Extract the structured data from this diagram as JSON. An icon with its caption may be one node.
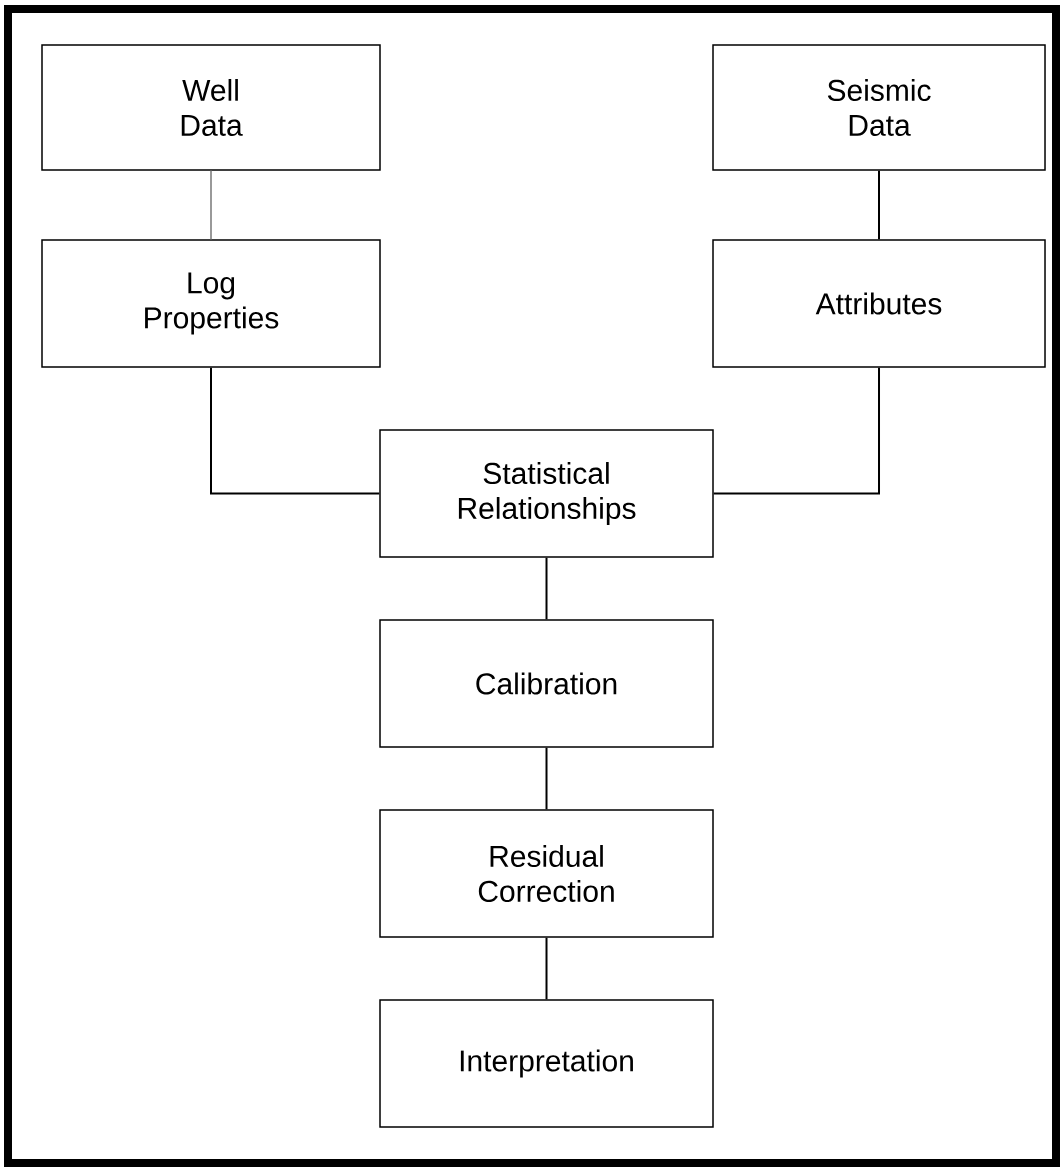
{
  "diagram": {
    "nodes": [
      {
        "text": [
          "Well Data"
        ]
      },
      {
        "text": [
          "Seismic Data"
        ]
      },
      {
        "text": [
          "Log Properties"
        ]
      },
      {
        "text": [
          "Attributes"
        ]
      },
      {
        "text": [
          "Statistical Relationships"
        ]
      },
      {
        "text": [
          "Calibration"
        ]
      },
      {
        "text": [
          "Residual Correction"
        ]
      },
      {
        "text": [
          "Interpretation"
        ]
      }
    ],
    "edges": [
      {
        "from": 0,
        "to": 2,
        "arrow": "none",
        "color": "#999999"
      },
      {
        "from": 1,
        "to": 3,
        "arrow": "none"
      },
      {
        "from": 2,
        "to": 4,
        "arrow": "none"
      },
      {
        "from": 3,
        "to": 4,
        "arrow": "none"
      },
      {
        "from": 4,
        "to": 5,
        "arrow": "none"
      },
      {
        "from": 5,
        "to": 6,
        "arrow": "none"
      },
      {
        "from": 6,
        "to": 7,
        "arrow": "none"
      }
    ]
  }
}
